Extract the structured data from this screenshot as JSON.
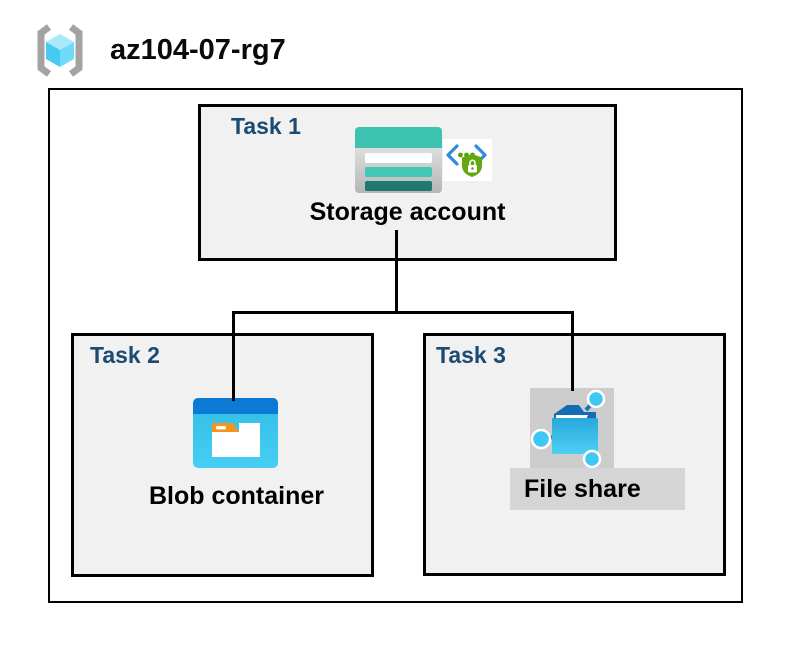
{
  "header": {
    "title": "az104-07-rg7",
    "icon": "resource-group-icon"
  },
  "tasks": [
    {
      "label": "Task 1",
      "caption": "Storage account",
      "icons": [
        "storage-account-icon",
        "sas-security-icon"
      ]
    },
    {
      "label": "Task 2",
      "caption": "Blob container",
      "icons": [
        "blob-container-icon"
      ]
    },
    {
      "label": "Task 3",
      "caption": "File share",
      "icons": [
        "file-share-icon"
      ]
    }
  ],
  "connections": [
    {
      "from": "Storage account",
      "to": "Blob container"
    },
    {
      "from": "Storage account",
      "to": "File share"
    }
  ],
  "colors": {
    "task_label_navy": "#1b4a72",
    "task_box_bg": "#f1f1f1",
    "storage_teal_band": "#3ec3b1",
    "storage_teal_bar": "#41c8b6",
    "storage_teal_dark": "#20796f",
    "blob_top_blue": "#0d7ad5",
    "blob_body_cyan": "#38c4ec",
    "blob_tab_orange": "#f5951f",
    "fileshare_line_blue": "#1b74bb",
    "fileshare_node_cyan": "#3fc8f3",
    "fileshare_icon_bg_gray": "#cdcdcd",
    "fileshare_label_bg_gray": "#d5d5d5",
    "sas_shield_green": "#65a612",
    "sas_bracket_blue": "#2e8ce0",
    "rg_bracket_gray": "#a3a3a3",
    "rg_cube_cyan": "#45cbf1",
    "border_black": "#000000"
  }
}
